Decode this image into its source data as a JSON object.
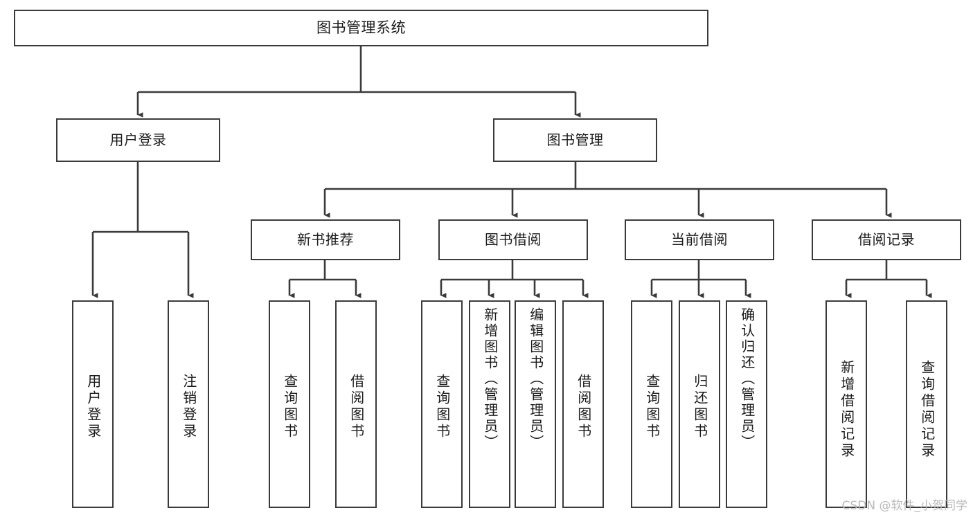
{
  "diagram": {
    "title": "图书管理系统",
    "type": "hierarchy-tree",
    "watermark": "CSDN @软件_小贺同学",
    "colors": {
      "stroke": "#3a3a3a",
      "fill": "#ffffff",
      "text": "#1b1b1b",
      "watermark": "#b9b9b9"
    },
    "levels": {
      "root": {
        "label": "图书管理系统"
      },
      "branches": [
        {
          "id": "user-login",
          "label": "用户登录"
        },
        {
          "id": "book-management",
          "label": "图书管理"
        }
      ],
      "subbranches": [
        {
          "id": "new-book-recommend",
          "label": "新书推荐"
        },
        {
          "id": "book-borrow",
          "label": "图书借阅"
        },
        {
          "id": "current-borrow",
          "label": "当前借阅"
        },
        {
          "id": "borrow-record",
          "label": "借阅记录"
        }
      ],
      "leaves": [
        {
          "id": "leaf-user-login",
          "label": "用户登录",
          "parent": "user-login"
        },
        {
          "id": "leaf-logout",
          "label": "注销登录",
          "parent": "user-login"
        },
        {
          "id": "leaf-query-book-1",
          "label": "查询图书",
          "parent": "new-book-recommend"
        },
        {
          "id": "leaf-borrow-book-1",
          "label": "借阅图书",
          "parent": "new-book-recommend"
        },
        {
          "id": "leaf-query-book-2",
          "label": "查询图书",
          "parent": "book-borrow"
        },
        {
          "id": "leaf-add-book",
          "label": "新增图书（管理员）",
          "parent": "book-borrow"
        },
        {
          "id": "leaf-edit-book",
          "label": "编辑图书（管理员）",
          "parent": "book-borrow"
        },
        {
          "id": "leaf-borrow-book-2",
          "label": "借阅图书",
          "parent": "book-borrow"
        },
        {
          "id": "leaf-query-book-3",
          "label": "查询图书",
          "parent": "current-borrow"
        },
        {
          "id": "leaf-return-book",
          "label": "归还图书",
          "parent": "current-borrow"
        },
        {
          "id": "leaf-confirm-return",
          "label": "确认归还（管理员）",
          "parent": "current-borrow"
        },
        {
          "id": "leaf-add-record",
          "label": "新增借阅记录",
          "parent": "borrow-record"
        },
        {
          "id": "leaf-query-record",
          "label": "查询借阅记录",
          "parent": "borrow-record"
        }
      ]
    }
  }
}
